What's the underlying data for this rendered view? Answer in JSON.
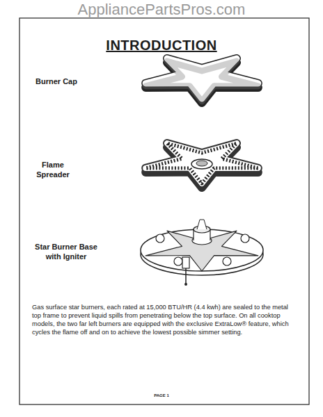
{
  "diagram": {
    "title": "INTRODUCTION",
    "labels": [
      "AppliancePartsPros.com",
      "Burner Cap",
      "Flame Spreader",
      "Star Burner Base with Igniter",
      "Gas surface star burners, each rated at 15,000 BTU/HR (4.4 kwh) are sealed to the metal top frame to prevent liquid spills from penetrating below the top surface. On all cooktop models, the two far left burners are equipped with the exclusive ExtraLow® feature, which cycles the flame off and on to achieve the lowest possible simmer setting.",
      "PAGE 1"
    ]
  }
}
